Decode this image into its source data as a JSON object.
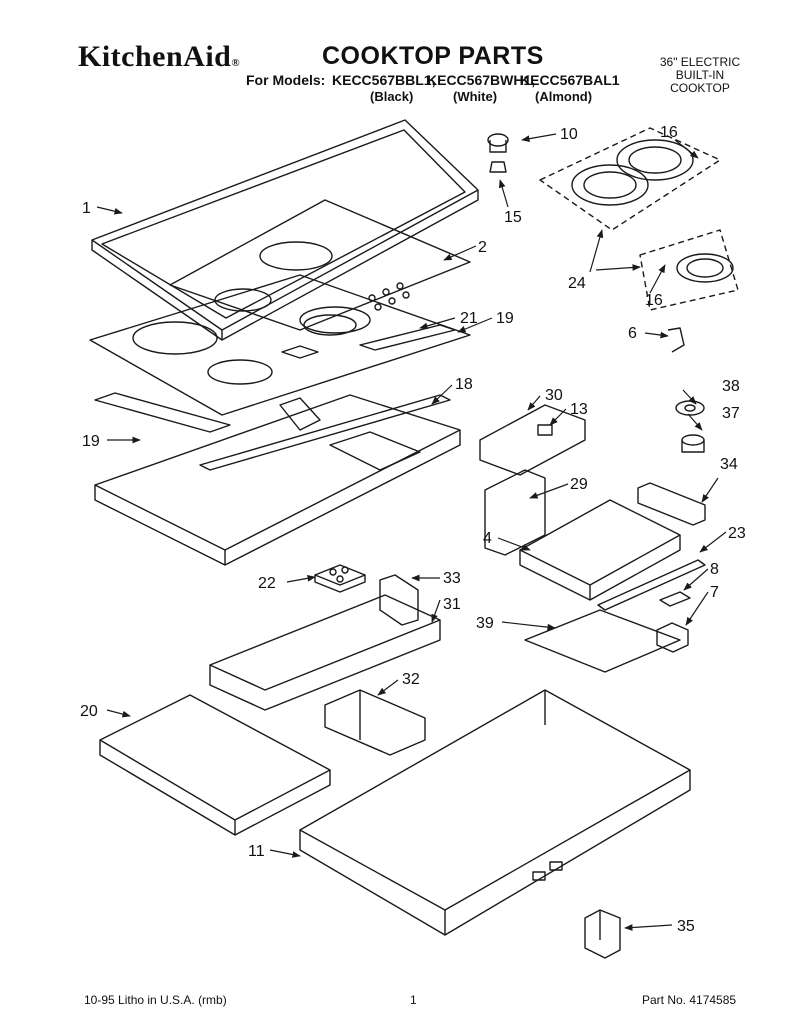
{
  "header": {
    "brand": "KitchenAid",
    "brand_mark": "®",
    "title": "COOKTOP PARTS",
    "models_prefix": "For Models:",
    "models": [
      "KECC567BBL1,",
      "KECC567BWH1,",
      "KECC567BAL1"
    ],
    "colors": [
      "(Black)",
      "(White)",
      "(Almond)"
    ],
    "description": [
      "36\" ELECTRIC",
      "BUILT-IN",
      "COOKTOP"
    ]
  },
  "callouts": [
    "1",
    "2",
    "4",
    "6",
    "7",
    "8",
    "10",
    "11",
    "13",
    "15",
    "16",
    "16",
    "18",
    "19",
    "19",
    "20",
    "21",
    "22",
    "23",
    "24",
    "29",
    "30",
    "31",
    "32",
    "33",
    "34",
    "35",
    "37",
    "38",
    "39"
  ],
  "footer": {
    "left": "10-95 Litho in U.S.A. (rmb)",
    "page": "1",
    "part_no": "Part No. 4174585"
  },
  "colors": {
    "line": "#1a1a1a",
    "background": "#ffffff"
  }
}
